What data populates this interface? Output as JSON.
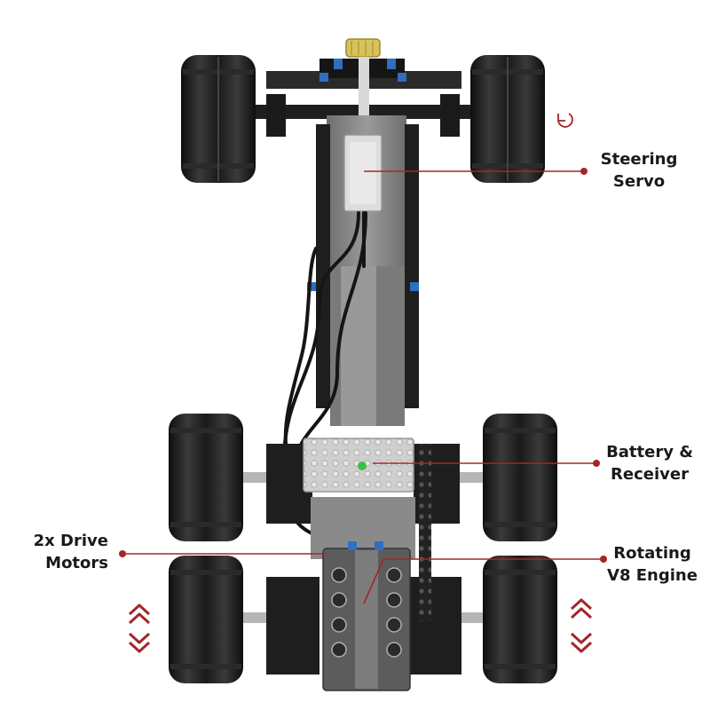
{
  "callouts": {
    "steering_servo": [
      "Steering",
      "Servo"
    ],
    "battery_receiver": [
      "Battery &",
      "Receiver"
    ],
    "drive_motors": [
      "2x Drive",
      "Motors"
    ],
    "v8_engine": [
      "Rotating",
      "V8 Engine"
    ]
  },
  "icons": {
    "rotate": "rotate-icon",
    "up": "chevron-up-icon",
    "down": "chevron-down-icon"
  },
  "colors": {
    "accent": "#a3262a",
    "tire": "#1c1c1c",
    "chassis_gray": "#8a8a8a",
    "chassis_black": "#1e1e1e",
    "pin_blue": "#2f6fc0",
    "indicator_green": "#3fbf4a"
  }
}
